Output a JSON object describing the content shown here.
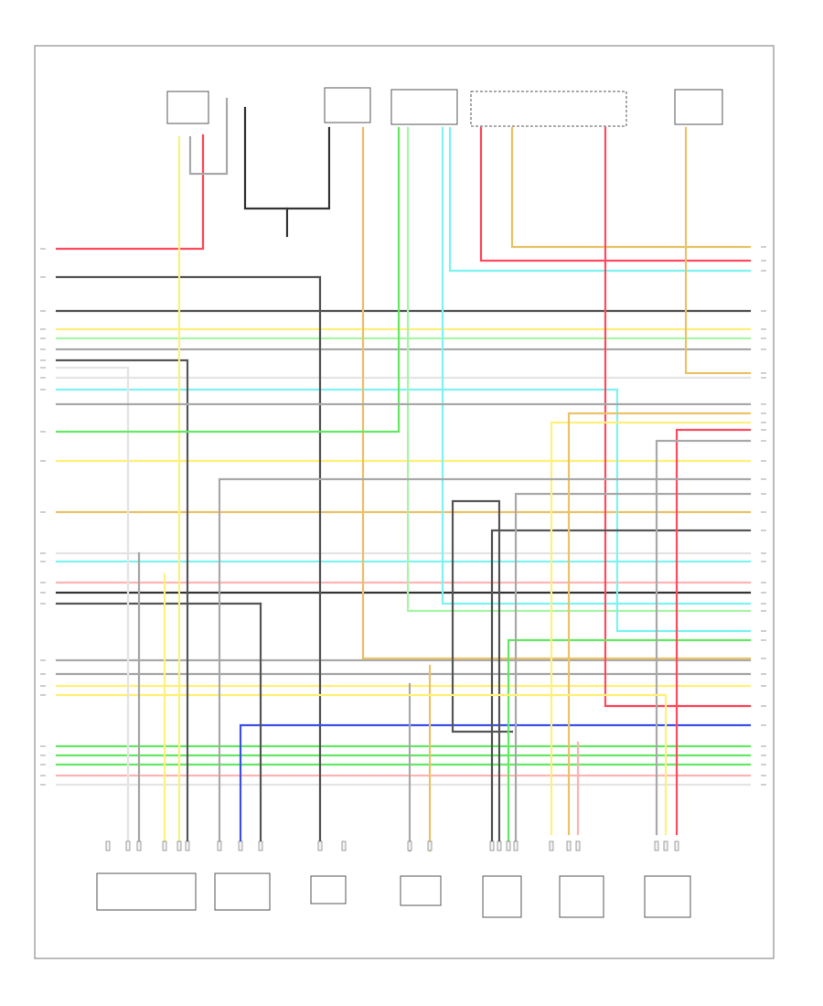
{
  "diagram": {
    "figure_id": "",
    "colors": {
      "red": "#ff4a5e",
      "pink": "#ffb3b3",
      "yellow": "#fff07a",
      "tan": "#e9c26a",
      "green": "#62e862",
      "light_green": "#a8f5a8",
      "light_blue": "#7ef2f2",
      "blue": "#3a4fe8",
      "gray": "#a8a8a8",
      "dark_gray": "#555555",
      "black": "#333333",
      "white": "#e4e4e4",
      "brown": "#bfa25a"
    },
    "top_components": [
      {
        "id": "t1",
        "lines": [
          "",
          "",
          "",
          ""
        ]
      },
      {
        "id": "t2",
        "lines": [
          "",
          "",
          "",
          ""
        ]
      },
      {
        "id": "t3",
        "lines": [
          "",
          "",
          "",
          ""
        ]
      },
      {
        "id": "t4",
        "lines": [
          "",
          ""
        ]
      },
      {
        "id": "t5",
        "lines": [
          "",
          "",
          "",
          ""
        ]
      }
    ],
    "bottom_components": [
      {
        "id": "b1",
        "lines": [
          "",
          "",
          "",
          ""
        ]
      },
      {
        "id": "b2",
        "lines": [
          "",
          "",
          "",
          ""
        ]
      },
      {
        "id": "b3",
        "lines": [
          "",
          "",
          "",
          ""
        ]
      },
      {
        "id": "b4",
        "lines": [
          "",
          "",
          "",
          ""
        ]
      },
      {
        "id": "b5",
        "lines": [
          "",
          "",
          ""
        ]
      },
      {
        "id": "b6",
        "lines": [
          "",
          "",
          "",
          ""
        ]
      },
      {
        "id": "b7",
        "lines": [
          "",
          "",
          "",
          ""
        ]
      }
    ]
  }
}
